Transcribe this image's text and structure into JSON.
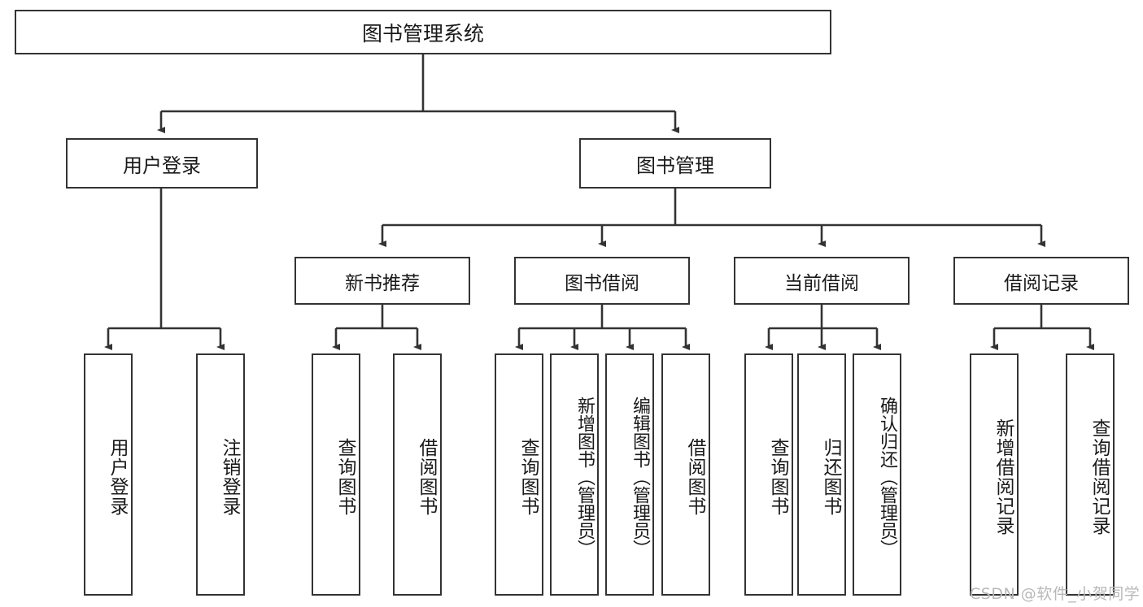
{
  "diagram": {
    "title_node": {
      "label": "图书管理系统"
    },
    "level1": [
      {
        "label": "用户登录"
      },
      {
        "label": "图书管理"
      }
    ],
    "level2": [
      {
        "label": "新书推荐"
      },
      {
        "label": "图书借阅"
      },
      {
        "label": "当前借阅"
      },
      {
        "label": "借阅记录"
      }
    ],
    "leaves": [
      {
        "label": "用户登录"
      },
      {
        "label": "注销登录"
      },
      {
        "label": "查询图书"
      },
      {
        "label": "借阅图书"
      },
      {
        "label": "查询图书"
      },
      {
        "label": "新增图书（管理员）"
      },
      {
        "label": "编辑图书（管理员）"
      },
      {
        "label": "借阅图书"
      },
      {
        "label": "查询图书"
      },
      {
        "label": "归还图书"
      },
      {
        "label": "确认归还（管理员）"
      },
      {
        "label": "新增借阅记录"
      },
      {
        "label": "查询借阅记录"
      }
    ]
  },
  "watermark": {
    "text": "CSDN @软件_小贺同学"
  },
  "colors": {
    "stroke": "#333333",
    "background": "#ffffff",
    "text": "#1a1a1a",
    "watermark": "#b8b8b8"
  }
}
